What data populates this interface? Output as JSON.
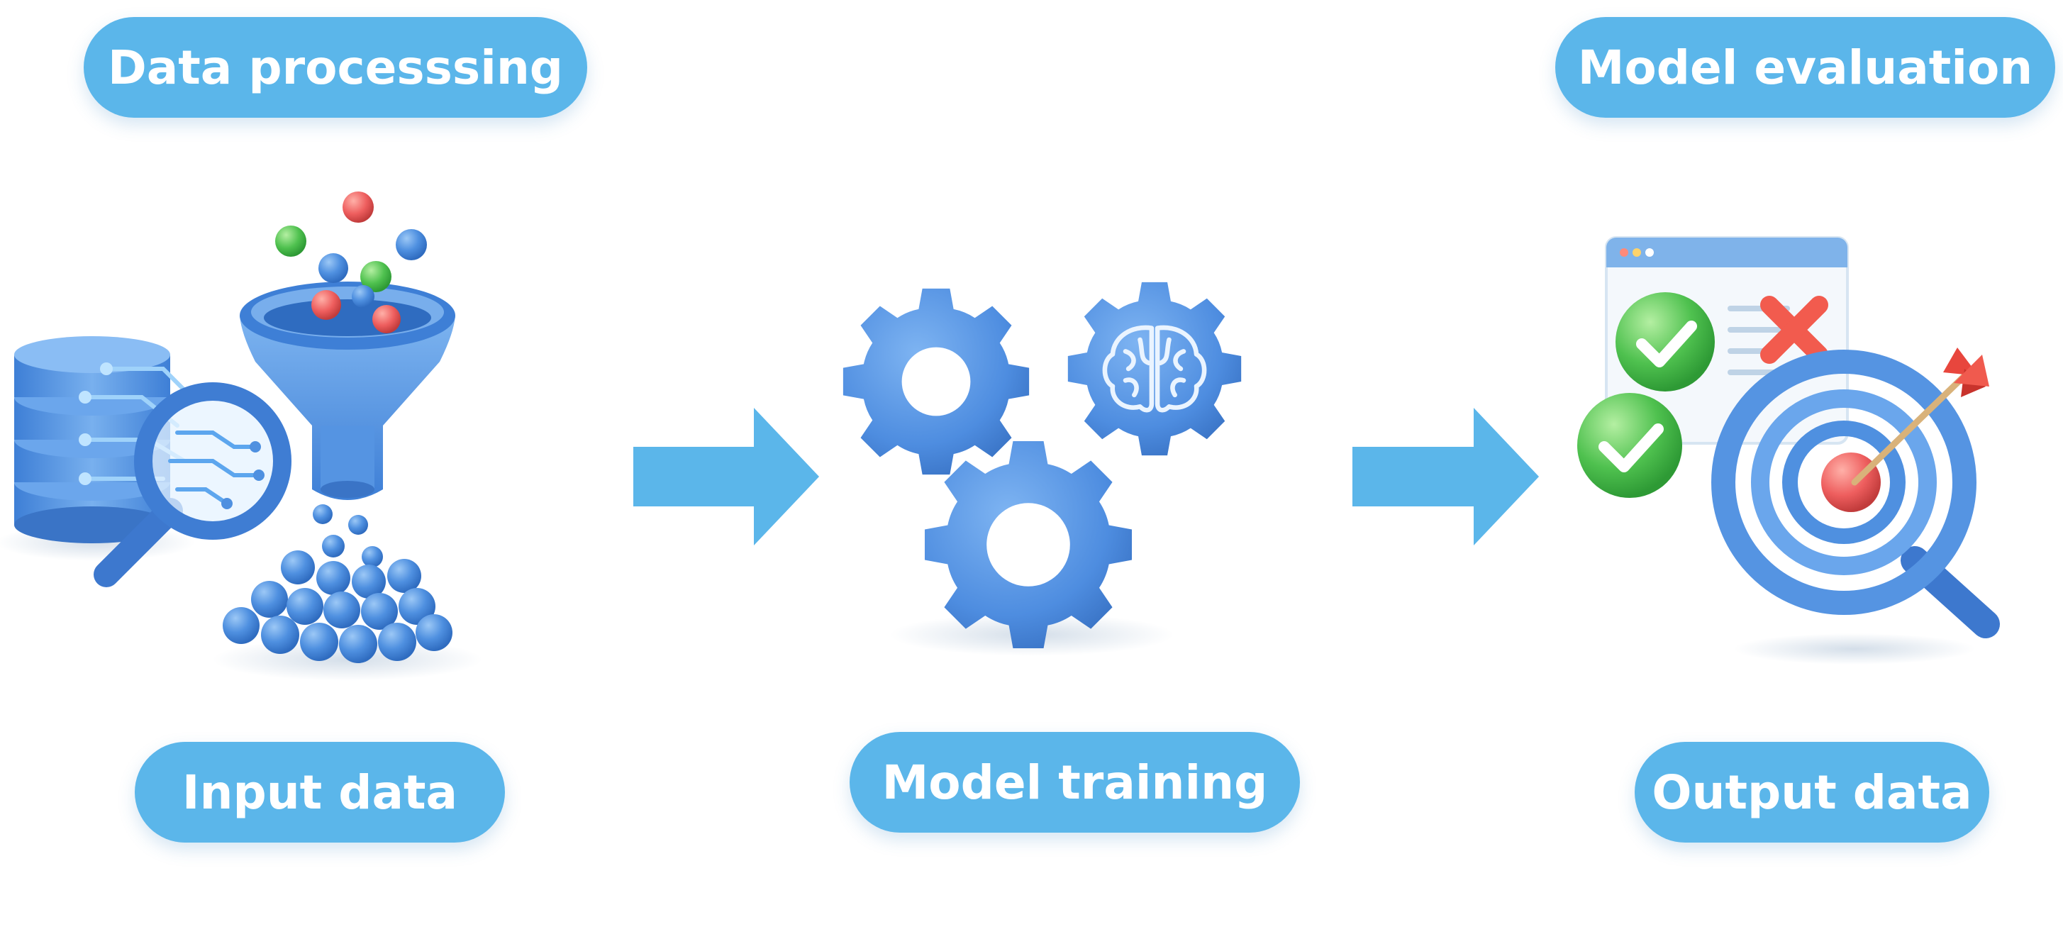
{
  "labels": {
    "data_processing": "Data processsing",
    "model_evaluation": "Model evaluation",
    "input_data": "Input data",
    "model_training": "Model training",
    "output_data": "Output data"
  },
  "colors": {
    "pill": "#5BB6EA",
    "arrow": "#5BB6EA",
    "icon_blue": "#4F90E0",
    "check_green": "#4CC24F",
    "cross_red": "#F25B4E",
    "ball_red": "#EE5E5E",
    "ball_green": "#4FC14F"
  },
  "icons": [
    "database-icon",
    "magnifier-icon",
    "funnel-icon",
    "data-balls-icon",
    "gear-icon",
    "brain-gear-icon",
    "browser-window-icon",
    "check-icon",
    "cross-icon",
    "target-icon",
    "arrow-dart-icon",
    "flow-arrow-icon"
  ]
}
